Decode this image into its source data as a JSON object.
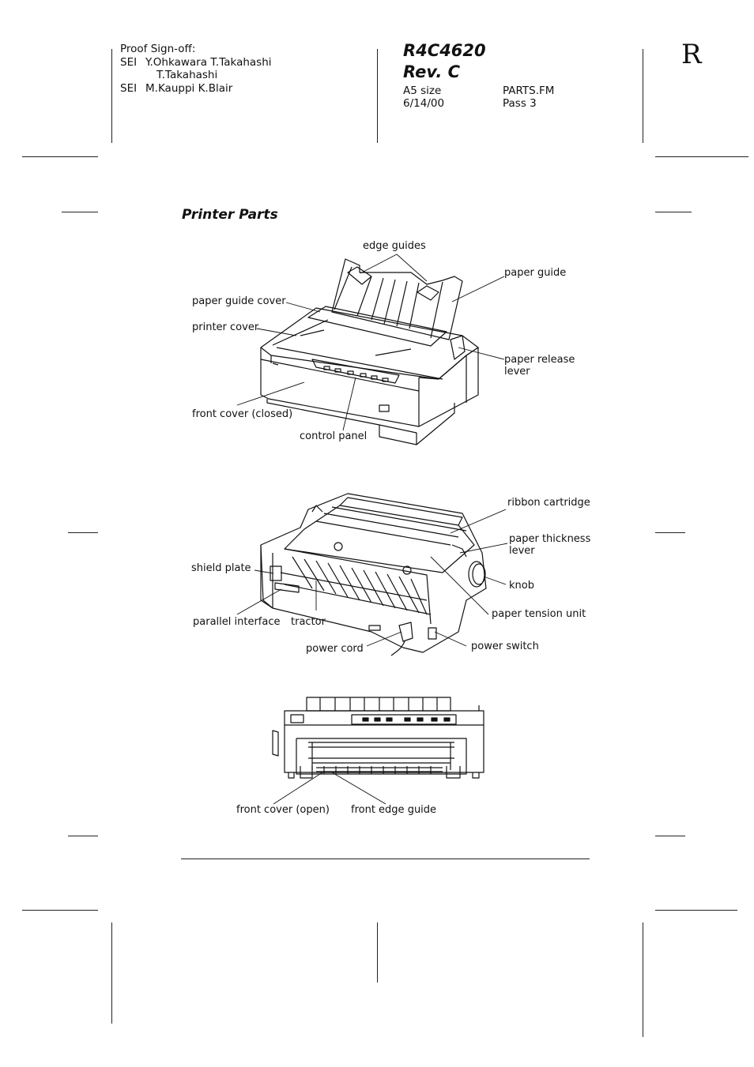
{
  "proof": {
    "heading": "Proof Sign-off:",
    "rows": [
      {
        "org": "SEI",
        "names": "Y.Ohkawara T.Takahashi"
      },
      {
        "org": "",
        "names": "T.Takahashi"
      },
      {
        "org": "SEI",
        "names": "M.Kauppi K.Blair"
      }
    ]
  },
  "doc": {
    "code": "R4C4620",
    "rev": "Rev. C",
    "size": "A5 size",
    "date": "6/14/00",
    "file": "PARTS.FM",
    "pass": "Pass 3"
  },
  "corner_mark": "R",
  "section_title": "Printer Parts",
  "figure1": {
    "labels": {
      "edge_guides": "edge guides",
      "paper_guide": "paper guide",
      "paper_guide_cover": "paper guide cover",
      "printer_cover": "printer cover",
      "paper_release_lever_1": "paper release",
      "paper_release_lever_2": "lever",
      "front_cover_closed": "front cover (closed)",
      "control_panel": "control panel"
    }
  },
  "figure2": {
    "labels": {
      "ribbon_cartridge": "ribbon cartridge",
      "paper_thickness_lever_1": "paper thickness",
      "paper_thickness_lever_2": "lever",
      "shield_plate": "shield plate",
      "knob": "knob",
      "parallel_interface": "parallel interface",
      "tractor": "tractor",
      "paper_tension_unit": "paper tension unit",
      "power_cord": "power cord",
      "power_switch": "power switch"
    }
  },
  "figure3": {
    "labels": {
      "front_cover_open": "front cover (open)",
      "front_edge_guide": "front edge guide"
    }
  }
}
